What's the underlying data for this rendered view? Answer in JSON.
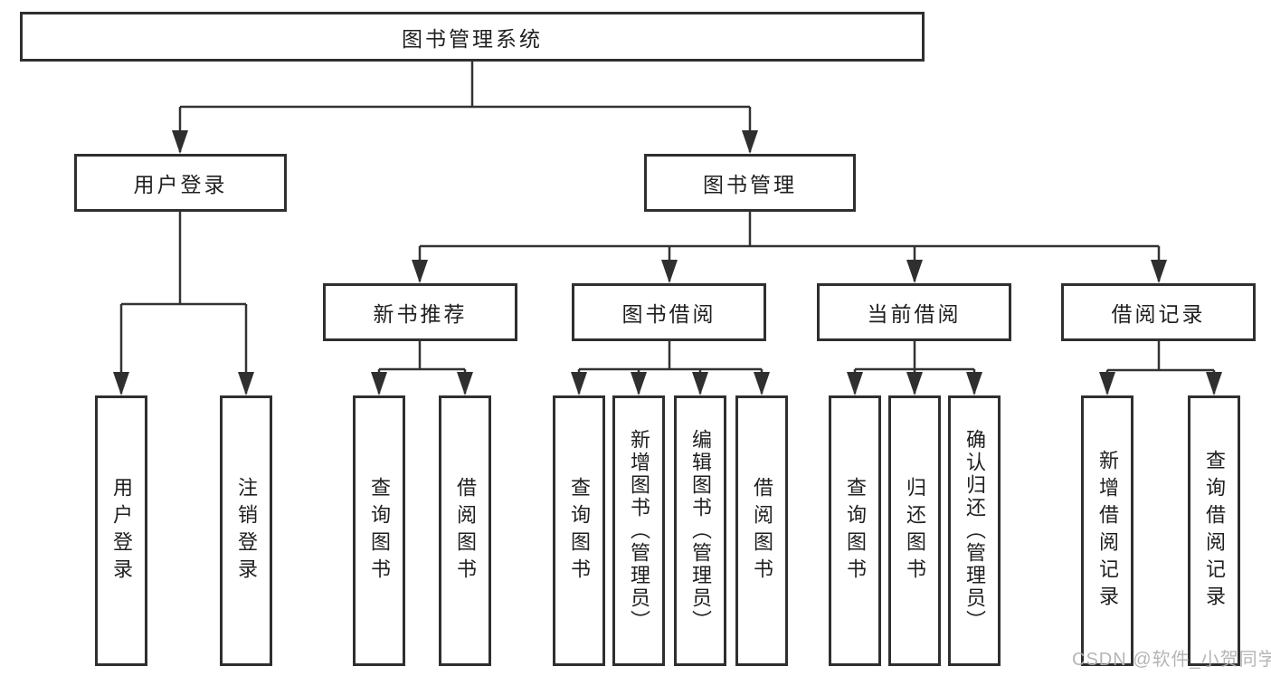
{
  "diagram": {
    "title": "图书管理系统",
    "root": {
      "label": "图书管理系统"
    },
    "level2": [
      {
        "label": "用户登录"
      },
      {
        "label": "图书管理"
      }
    ],
    "level3": [
      {
        "label": "新书推荐",
        "parent": "图书管理"
      },
      {
        "label": "图书借阅",
        "parent": "图书管理"
      },
      {
        "label": "当前借阅",
        "parent": "图书管理"
      },
      {
        "label": "借阅记录",
        "parent": "图书管理"
      }
    ],
    "leaves": [
      {
        "label": "用户登录",
        "parent": "用户登录"
      },
      {
        "label": "注销登录",
        "parent": "用户登录"
      },
      {
        "label": "查询图书",
        "parent": "新书推荐"
      },
      {
        "label": "借阅图书",
        "parent": "新书推荐"
      },
      {
        "label": "查询图书",
        "parent": "图书借阅"
      },
      {
        "label": "新增图书（管理员）",
        "parent": "图书借阅"
      },
      {
        "label": "编辑图书（管理员）",
        "parent": "图书借阅"
      },
      {
        "label": "借阅图书",
        "parent": "图书借阅"
      },
      {
        "label": "查询图书",
        "parent": "当前借阅"
      },
      {
        "label": "归还图书",
        "parent": "当前借阅"
      },
      {
        "label": "确认归还（管理员）",
        "parent": "当前借阅"
      },
      {
        "label": "新增借阅记录",
        "parent": "借阅记录"
      },
      {
        "label": "查询借阅记录",
        "parent": "借阅记录"
      }
    ]
  },
  "watermark": {
    "text": "CSDN @软件_小贺同学"
  },
  "colors": {
    "background": "#ffffff",
    "box_border": "#2f2f2f",
    "connector_line": "#333333",
    "text": "#1f1f1f",
    "watermark": "#b2b2b2"
  }
}
